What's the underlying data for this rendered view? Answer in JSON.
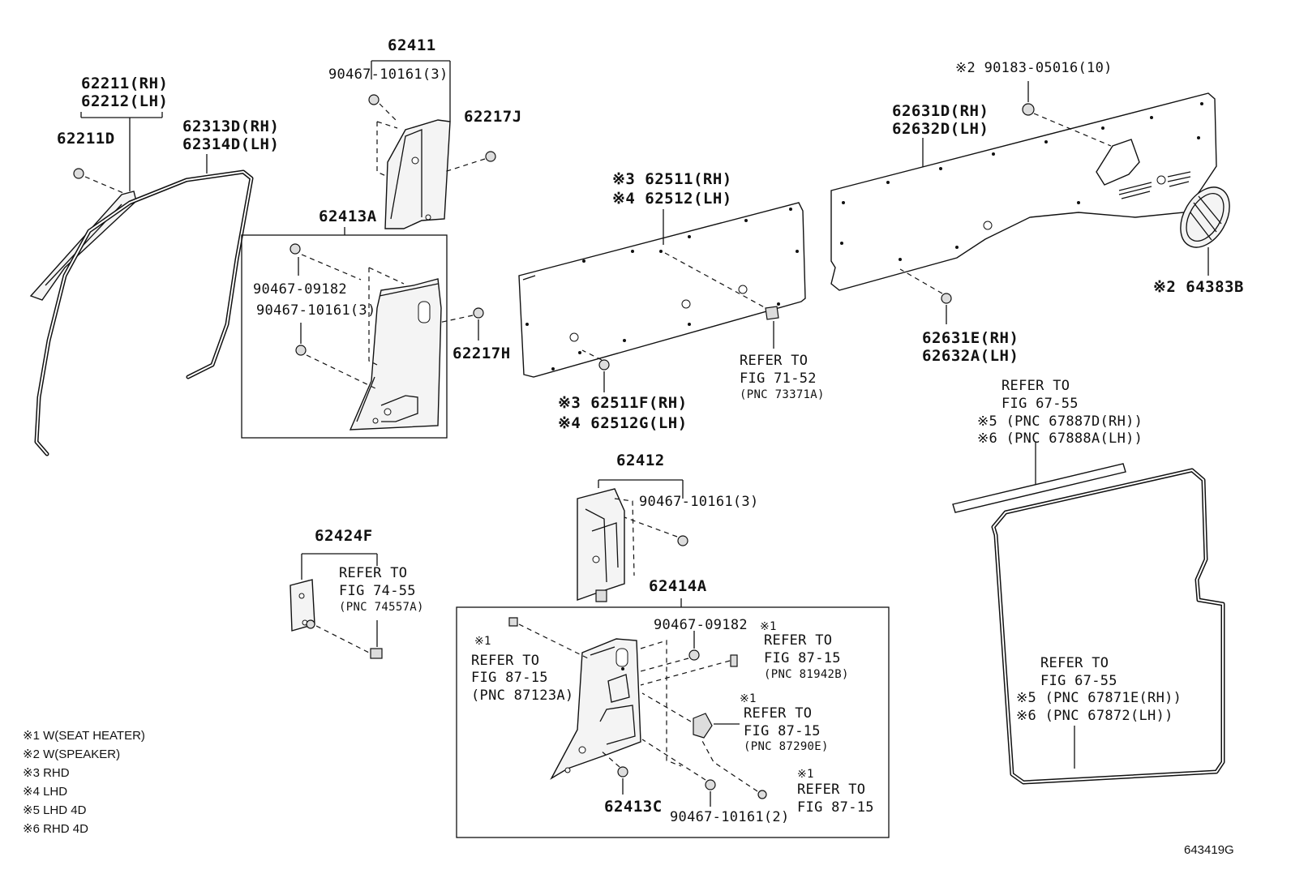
{
  "labels": {
    "p62211": "62211(RH)",
    "p62212": "62212(LH)",
    "p62211d": "62211D",
    "p62313d": "62313D(RH)",
    "p62314d": "62314D(LH)",
    "p62411": "62411",
    "p90467_10161_3a": "90467-10161(3)",
    "p62217j": "62217J",
    "p62413a": "62413A",
    "p90467_09182a": "90467-09182",
    "p90467_10161_3b": "90467-10161(3)",
    "p62217h": "62217H",
    "p62511_rh": "※3 62511(RH)",
    "p62512_lh": "※4 62512(LH)",
    "refer71_1": "REFER TO",
    "refer71_2": "FIG 71-52",
    "refer71_3": "(PNC 73371A)",
    "p62511f": "※3 62511F(RH)",
    "p62512g": "※4 62512G(LH)",
    "p90183": "※2 90183-05016(10)",
    "p62631d": "62631D(RH)",
    "p62632d": "62632D(LH)",
    "p64383b": "※2 64383B",
    "p62631e": "62631E(RH)",
    "p62632a": "62632A(LH)",
    "refer67a_1": "REFER TO",
    "refer67a_2": "FIG 67-55",
    "refer67a_3": "※5 (PNC 67887D(RH))",
    "refer67a_4": "※6 (PNC 67888A(LH))",
    "p62424f": "62424F",
    "refer74_1": "REFER TO",
    "refer74_2": "FIG 74-55",
    "refer74_3": "(PNC 74557A)",
    "p62412": "62412",
    "p90467_10161_3c": "90467-10161(3)",
    "p62414a": "62414A",
    "refer87a_0": "※1",
    "refer87a_1": "REFER TO",
    "refer87a_2": "FIG 87-15",
    "refer87a_3": "(PNC 87123A)",
    "p90467_09182b": "90467-09182",
    "refer87b_0": "※1",
    "refer87b_1": "REFER TO",
    "refer87b_2": "FIG 87-15",
    "refer87b_3": "(PNC 81942B)",
    "refer87c_0": "※1",
    "refer87c_1": "REFER TO",
    "refer87c_2": "FIG 87-15",
    "refer87c_3": "(PNC 87290E)",
    "refer87d_0": "※1",
    "refer87d_1": "REFER TO",
    "refer87d_2": "FIG 87-15",
    "p62413c": "62413C",
    "p90467_10161_2": "90467-10161(2)",
    "refer67b_1": "REFER TO",
    "refer67b_2": "FIG 67-55",
    "refer67b_3": "※5 (PNC 67871E(RH))",
    "refer67b_4": "※6 (PNC 67872(LH))"
  },
  "notes": [
    "※1 W(SEAT HEATER)",
    "※2 W(SPEAKER)",
    "※3 RHD",
    "※4 LHD",
    "※5 LHD 4D",
    "※6 RHD 4D"
  ],
  "figure_id": "643419G"
}
